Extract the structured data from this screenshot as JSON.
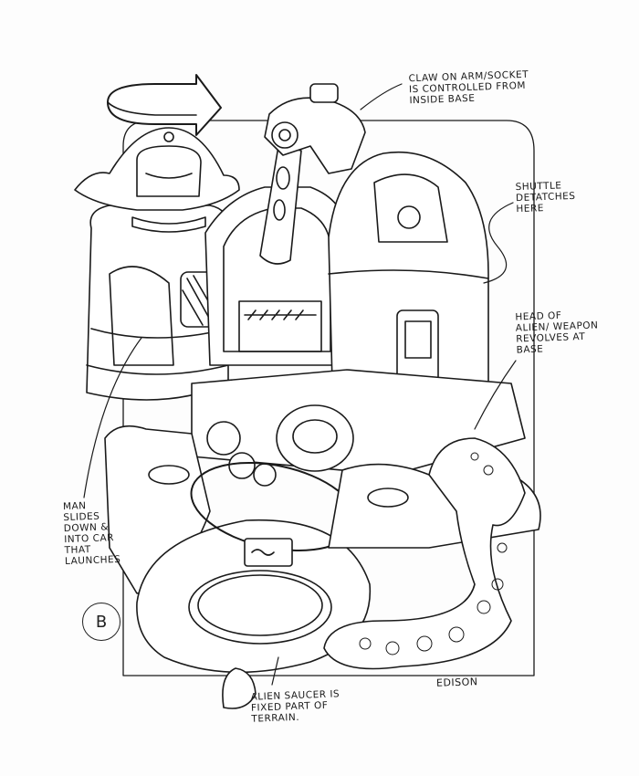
{
  "annotations": {
    "claw": "Claw on arm/socket\nis controlled from\ninside base",
    "shuttle": "Shuttle\ndetatches\nhere",
    "alien_head": "Head of\nalien/ weapon\nrevolves at\nbase",
    "man_slides": "Man\nslides\ndown &\ninto car\nthat\nlaunches",
    "saucer": "Alien saucer is\nfixed part of\nterrain."
  },
  "panel_label": "B",
  "signature": "Edison",
  "colors": {
    "ink": "#1a1a1a",
    "paper": "#fdfdfd"
  }
}
